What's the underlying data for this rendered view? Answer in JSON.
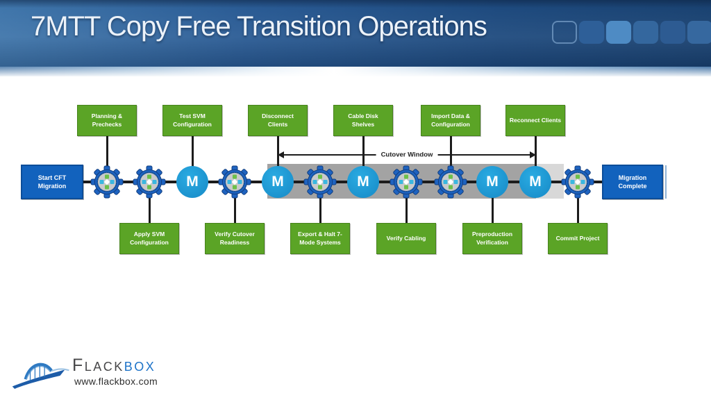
{
  "colors": {
    "header_blue": "#29598f",
    "header_blue_dark": "#1a4271",
    "box_green": "#5ba426",
    "box_green_border": "#47831d",
    "box_blue": "#1262bd",
    "box_blue_border": "#0c4d99",
    "node_teal": "#1d9bd9",
    "gear_blue": "#1e63c0",
    "band_dark": "#a3a3a3",
    "band_light": "#d8d8d8",
    "line_black": "#1c1c1c",
    "brand_blue": "#1e73c8",
    "brand_dark": "#474749"
  },
  "header": {
    "title": "7MTT Copy Free Transition Operations"
  },
  "diagram": {
    "start_label": "Start CFT Migration",
    "end_label": "Migration Complete",
    "cutover_label": "Cutover Window",
    "m_label": "M",
    "top_boxes": [
      "Planning & Prechecks",
      "Test SVM Configuration",
      "Disconnect Clients",
      "Cable Disk Shelves",
      "Import Data & Configuration",
      "Reconnect Clients"
    ],
    "bottom_boxes": [
      "Apply SVM Configuration",
      "Verify Cutover Readiness",
      "Export & Halt 7-Mode Systems",
      "Verify Cabling",
      "Preproduction Verification",
      "Commit Project"
    ]
  },
  "footer": {
    "brand_primary": "Flack",
    "brand_secondary": "box",
    "url": "www.flackbox.com"
  }
}
